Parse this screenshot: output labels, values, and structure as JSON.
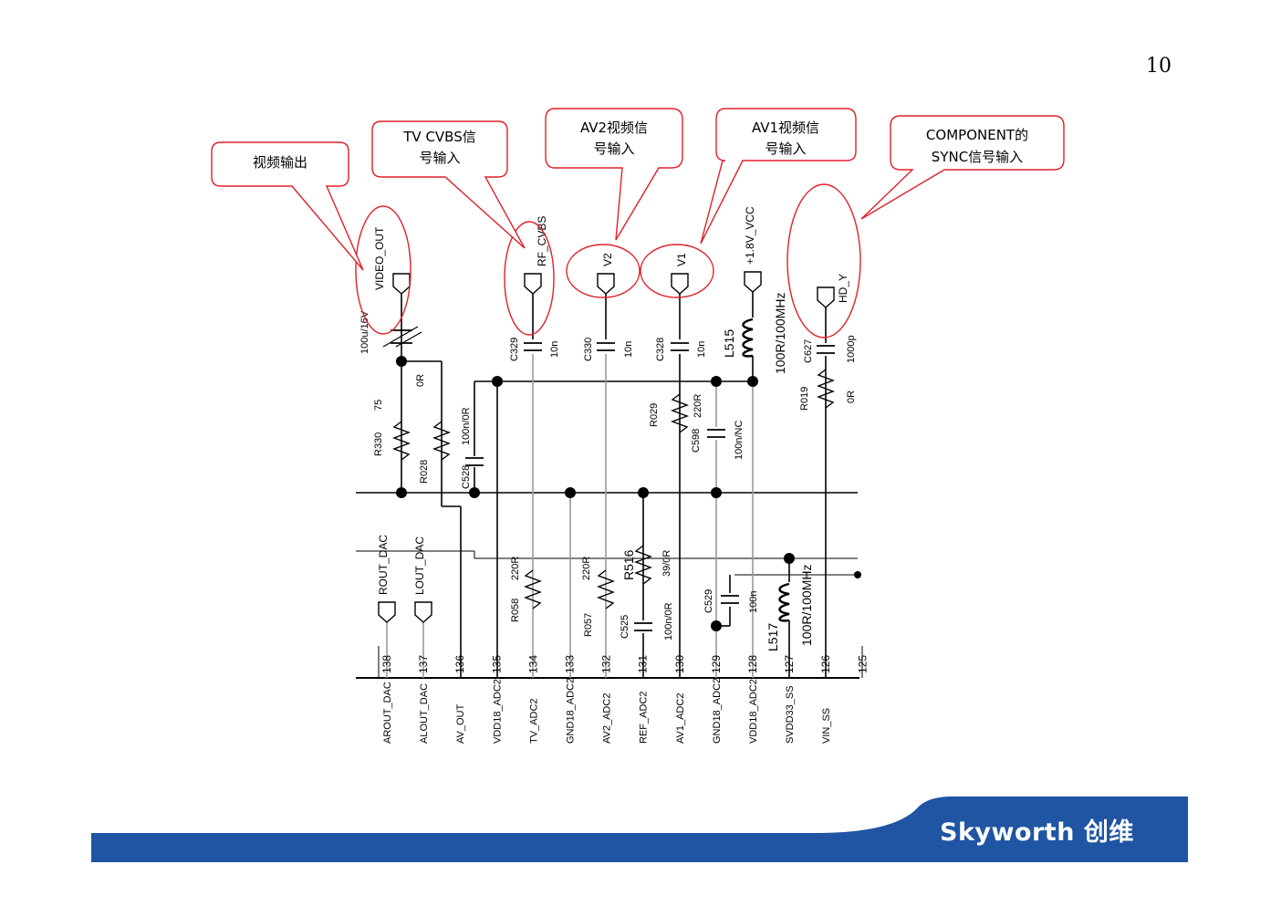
{
  "page": {
    "number": "10"
  },
  "callouts": [
    {
      "id": "video-out",
      "lines": [
        "视频输出"
      ]
    },
    {
      "id": "tv-cvbs",
      "lines": [
        "TV CVBS信",
        "号输入"
      ]
    },
    {
      "id": "av2",
      "lines": [
        "AV2视频信",
        "号输入"
      ]
    },
    {
      "id": "av1",
      "lines": [
        "AV1视频信",
        "号输入"
      ]
    },
    {
      "id": "component",
      "lines": [
        "COMPONENT的",
        "SYNC信号输入"
      ]
    }
  ],
  "nets": {
    "video_out": "VIDEO_OUT",
    "rf_cvbs": "RF_CVBS",
    "v2": "V2",
    "v1": "V1",
    "vcc": "+1.8V_VCC",
    "hd_y": "HD_Y",
    "rout_dac": "ROUT_DAC",
    "lout_dac": "LOUT_DAC"
  },
  "components": {
    "c_video": "100u/16V",
    "r330": "R330",
    "r330_val": "75",
    "r028": "R028",
    "r028_val": "0R",
    "c528": "C528",
    "c528_val": "100n/0R",
    "c329": "C329",
    "c329_val": "10n",
    "c330": "C330",
    "c330_val": "10n",
    "c328": "C328",
    "c328_val": "10n",
    "l515": "L515",
    "l515_val": "100R/100MHz",
    "r029": "R029",
    "r029_val": "220R",
    "c598": "C598",
    "c598_val": "100n/NC",
    "c627": "C627",
    "c627_val": "1000p",
    "r019": "R019",
    "r019_val": "0R",
    "r058": "R058",
    "r058_val": "220R",
    "r057": "R057",
    "r057_val": "220R",
    "c525": "C525",
    "c525_val": "100n/0R",
    "r516": "R516",
    "r516_val": "39/0R",
    "c529": "C529",
    "c529_val": "100n",
    "l517": "L517",
    "l517_val": "100R/100MHz"
  },
  "pins": [
    {
      "num": "138",
      "name": "AROUT_DAC"
    },
    {
      "num": "137",
      "name": "ALOUT_DAC"
    },
    {
      "num": "136",
      "name": "AV_OUT"
    },
    {
      "num": "135",
      "name": "VDD18_ADC2"
    },
    {
      "num": "134",
      "name": "TV_ADC2"
    },
    {
      "num": "133",
      "name": "GND18_ADC2"
    },
    {
      "num": "132",
      "name": "AV2_ADC2"
    },
    {
      "num": "131",
      "name": "REF_ADC2"
    },
    {
      "num": "130",
      "name": "AV1_ADC2"
    },
    {
      "num": "129",
      "name": "GND18_ADC2"
    },
    {
      "num": "128",
      "name": "VDD18_ADC2"
    },
    {
      "num": "127",
      "name": "SVDD33_SS"
    },
    {
      "num": "126",
      "name": "VIN_SS"
    },
    {
      "num": "125",
      "name": ""
    }
  ],
  "footer": {
    "brand": "Skyworth 创维"
  },
  "colors": {
    "callout_stroke": "#e0202a",
    "footer_blue": "#1f55a3",
    "wire": "#000000",
    "wire_gray": "#9a9a9a"
  }
}
